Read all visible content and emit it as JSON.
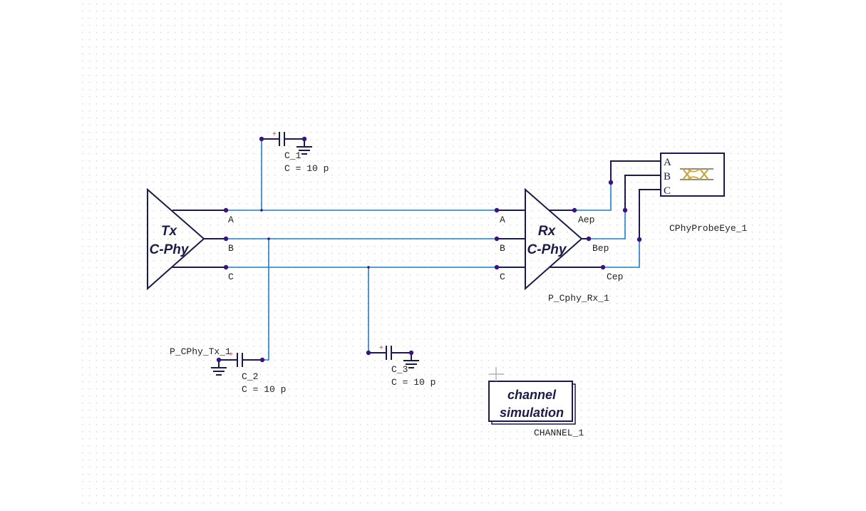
{
  "tx": {
    "line1": "Tx",
    "line2": "C-Phy",
    "name": "P_CPhy_Tx_1",
    "pins": [
      "A",
      "B",
      "C"
    ]
  },
  "rx": {
    "line1": "Rx",
    "line2": "C-Phy",
    "name": "P_Cphy_Rx_1",
    "in_pins": [
      "A",
      "B",
      "C"
    ],
    "out_pins": [
      "Aep",
      "Bep",
      "Cep"
    ]
  },
  "probe": {
    "name": "CPhyProbeEye_1",
    "pins": [
      "A",
      "B",
      "C"
    ]
  },
  "caps": [
    {
      "name": "C_1",
      "value": "C = 10 p"
    },
    {
      "name": "C_2",
      "value": "C = 10 p"
    },
    {
      "name": "C_3",
      "value": "C = 10 p"
    }
  ],
  "channel": {
    "line1": "channel",
    "line2": "simulation",
    "name": "CHANNEL_1"
  },
  "colors": {
    "wire": "#1f7fc4",
    "component": "#1b1b4a",
    "node": "#3b1380",
    "grid": "#cfcfcf",
    "eye": "#c9a63a"
  }
}
